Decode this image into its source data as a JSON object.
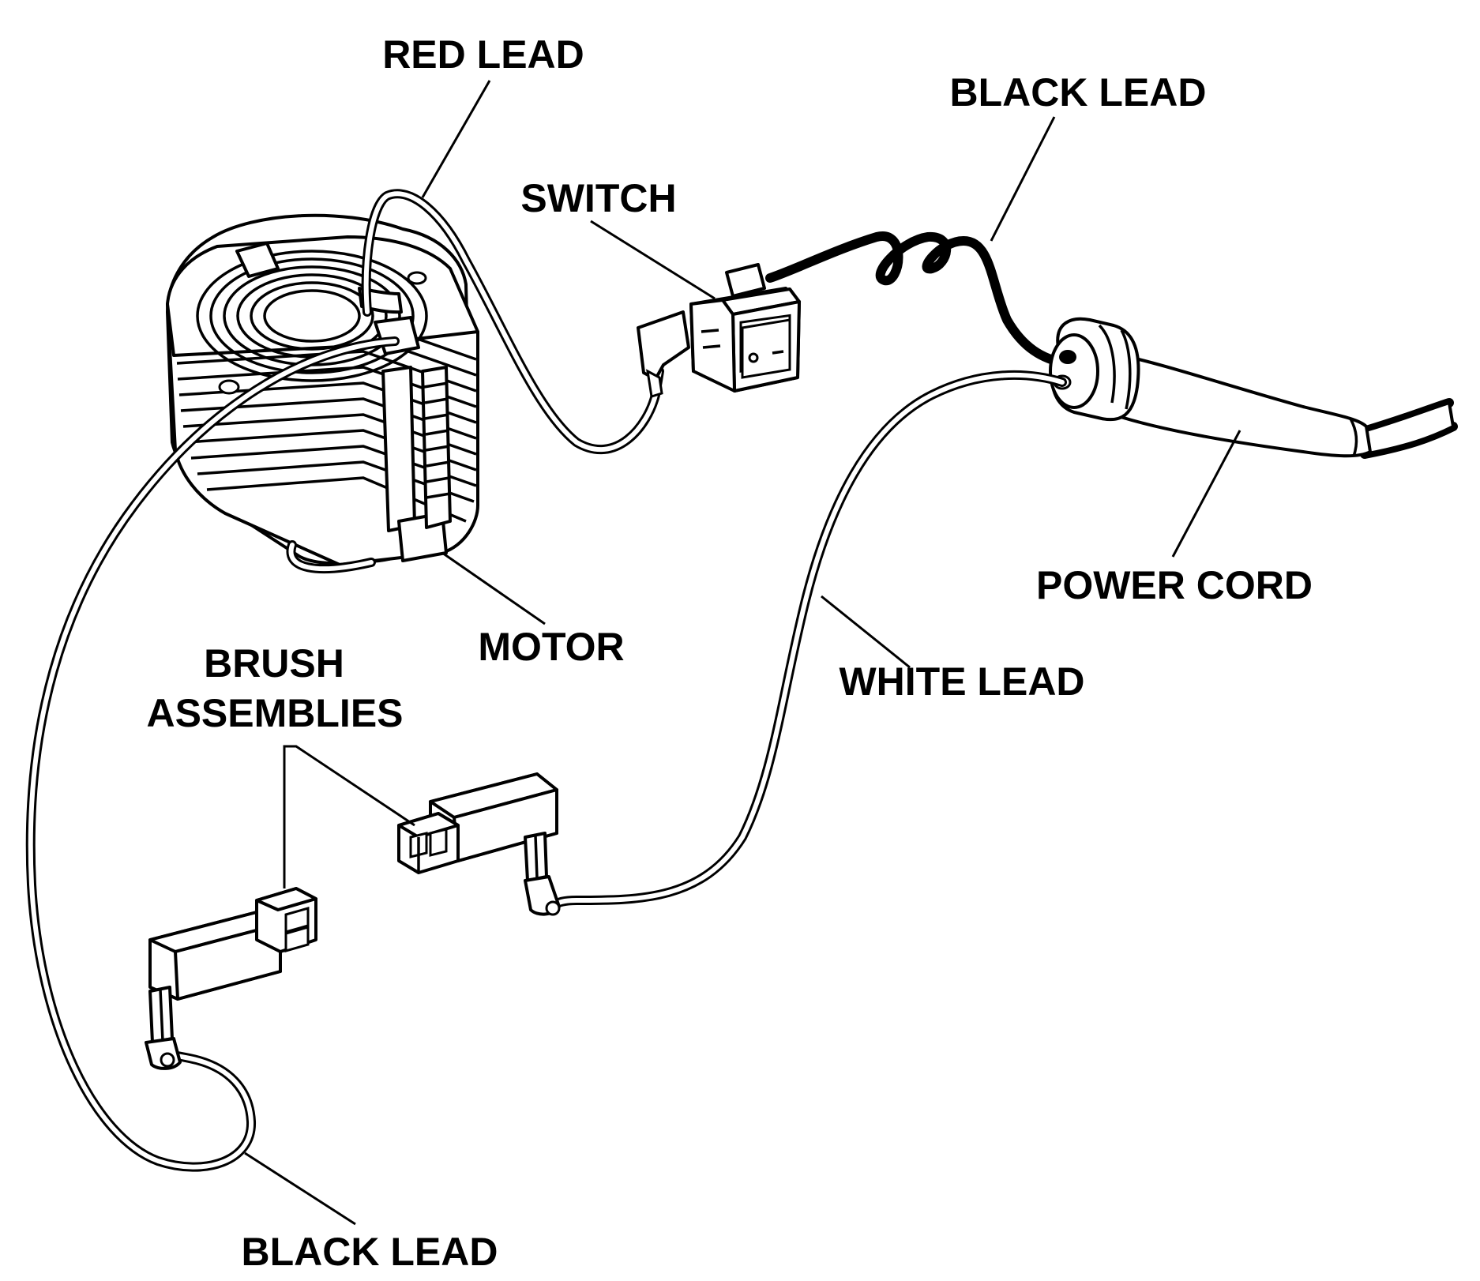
{
  "labels": {
    "red_lead": "RED LEAD",
    "black_lead_top": "BLACK LEAD",
    "switch": "SWITCH",
    "power_cord": "POWER CORD",
    "motor": "MOTOR",
    "white_lead": "WHITE LEAD",
    "brush_assemblies_line1": "BRUSH",
    "brush_assemblies_line2": "ASSEMBLIES",
    "black_lead_bottom": "BLACK LEAD"
  }
}
